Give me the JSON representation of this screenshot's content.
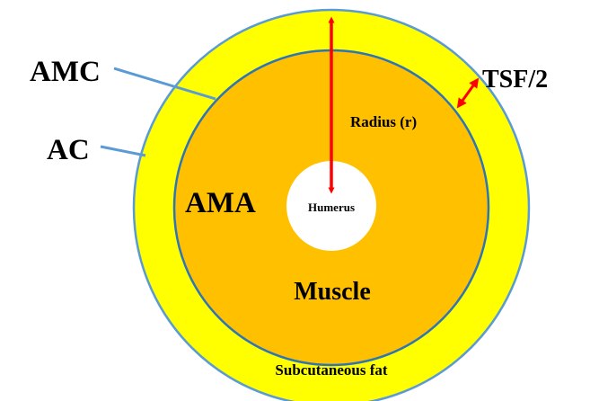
{
  "labels": {
    "amc": "AMC",
    "ac": "AC",
    "tsf_half": "TSF/2",
    "radius": "Radius (r)",
    "ama": "AMA",
    "humerus": "Humerus",
    "muscle": "Muscle",
    "subcutaneous_fat": "Subcutaneous fat"
  },
  "colors": {
    "fat_layer": "#ffff00",
    "muscle_layer": "#ffc000",
    "circle_outline": "#2e75b6",
    "pointer_line": "#5b9bd5",
    "arrow": "#ff0000",
    "humerus": "#ffffff"
  }
}
